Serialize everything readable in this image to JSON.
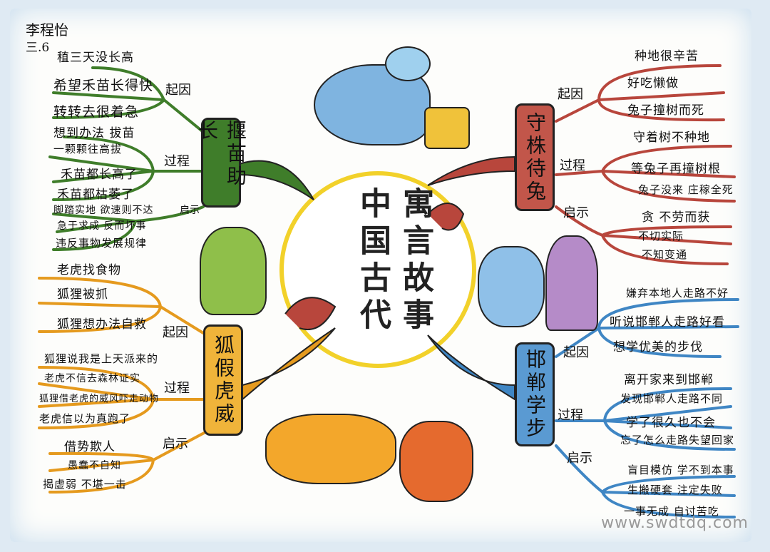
{
  "author": {
    "name": "李程怡",
    "class": "三.6"
  },
  "center": {
    "title_left": "中国古代",
    "title_right": "寓言故事"
  },
  "stories": [
    {
      "title": "揠苗助长",
      "color": "#3f7d2a",
      "cause_label": "起因",
      "cause": [
        "稙三天没长高",
        "希望禾苗长得快",
        "转转去很着急"
      ],
      "process_label": "过程",
      "process": [
        "想到办法 拔苗",
        "一颗颗往高拔",
        "禾苗都长高了",
        "禾苗都枯萎了"
      ],
      "lesson_label": "启示",
      "lesson": [
        "脚踏实地 欲速则不达",
        "急于求成 反而坏事",
        "违反事物发展规律"
      ]
    },
    {
      "title": "守株待兔",
      "color": "#b8463c",
      "cause_label": "起因",
      "cause": [
        "种地很辛苦",
        "好吃懒做",
        "兔子撞树而死"
      ],
      "process_label": "过程",
      "process": [
        "守着树不种地",
        "等兔子再撞树根",
        "兔子没来 庄稼全死"
      ],
      "lesson_label": "启示",
      "lesson": [
        "贪 不劳而获",
        "不切实际",
        "不知变通"
      ]
    },
    {
      "title": "狐假虎威",
      "color": "#e59a1e",
      "cause_label": "起因",
      "cause": [
        "老虎找食物",
        "狐狸被抓",
        "狐狸想办法自救"
      ],
      "process_label": "过程",
      "process": [
        "狐狸说我是上天派来的",
        "老虎不信去森林证实",
        "狐狸借老虎的威风吓走动物",
        "老虎信以为真跑了"
      ],
      "lesson_label": "启示",
      "lesson": [
        "借势欺人",
        "愚蠢不自知",
        "揭虚弱 不堪一击"
      ]
    },
    {
      "title": "邯郸学步",
      "color": "#3f86c4",
      "cause_label": "起因",
      "cause": [
        "嫌弃本地人走路不好",
        "听说邯郸人走路好看",
        "想学优美的步伐"
      ],
      "process_label": "过程",
      "process": [
        "离开家来到邯郸",
        "发现邯郸人走路不同",
        "学了很久也不会",
        "忘了怎么走路失望回家"
      ],
      "lesson_label": "启示",
      "lesson": [
        "盲目模仿 学不到本事",
        "生搬硬套 注定失败",
        "一事无成 自讨苦吃"
      ]
    }
  ],
  "watermark": "www.swdtdq.com"
}
